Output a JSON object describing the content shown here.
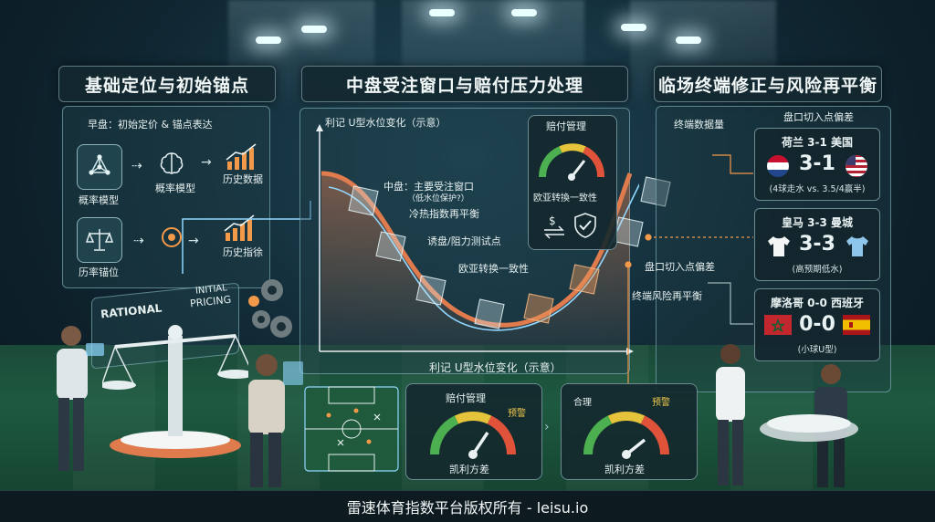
{
  "headers": {
    "left": "基础定位与初始锚点",
    "middle": "中盘受注窗口与赔付压力处理",
    "right": "临场终端修正与风险再平衡"
  },
  "left_panel": {
    "title": "早盘：初始定价 & 锚点表达",
    "nodes": [
      {
        "label": "概率模型",
        "icon": "network-icon"
      },
      {
        "label": "概率模型",
        "icon": "brain-icon"
      },
      {
        "label": "历史数据",
        "icon": "growth-chart-icon"
      },
      {
        "label": "历率锚位",
        "icon": "scale-icon"
      },
      {
        "label": "历史指徐",
        "icon": "growth-chart-icon"
      }
    ],
    "scale_left": "RATIONAL",
    "scale_right_1": "INITIAL",
    "scale_right_2": "PRICING"
  },
  "middle_panel": {
    "chart_title": "利记 U型水位变化（示意）",
    "chart_caption": "利记 U型水位变化（示意）",
    "labels": {
      "mid1": "中盘：主要受注窗口",
      "mid1_sub": "（低水位保护?）",
      "mid2": "冷热指数再平衡",
      "mid3": "诱盘/阻力测试点",
      "mid4": "欧亚转换一致性"
    },
    "payout_box": {
      "title": "赔付管理",
      "label": "欧亚转換一致性"
    }
  },
  "right_panel": {
    "terminal_label": "终端数据量",
    "cut_label": "盘口切入点偏差",
    "cut_label2": "盘口切入点偏差",
    "risk_label": "终端风险再平衡",
    "matches": [
      {
        "title": "荷兰 3-1 美国",
        "score": "3-1",
        "note": "(4球走水 vs. 3.5/4赢半)"
      },
      {
        "title": "皇马 3-3 曼城",
        "score": "3-3",
        "note": "(高预期低水)"
      },
      {
        "title": "摩洛哥 0-0 西班牙",
        "score": "0-0",
        "note": "(小球U型)"
      }
    ]
  },
  "gauges": {
    "g1": {
      "title": "赔付管理",
      "warn": "预警",
      "caption": "凯利方差"
    },
    "g2": {
      "ok": "合理",
      "warn": "预警",
      "caption": "凯利方差"
    }
  },
  "footer": "雷速体育指数平台版权所有 - leisu.io",
  "colors": {
    "accent": "#f2994a",
    "curve": "#e07b4e",
    "blue_arrow": "#7fd3ff"
  }
}
